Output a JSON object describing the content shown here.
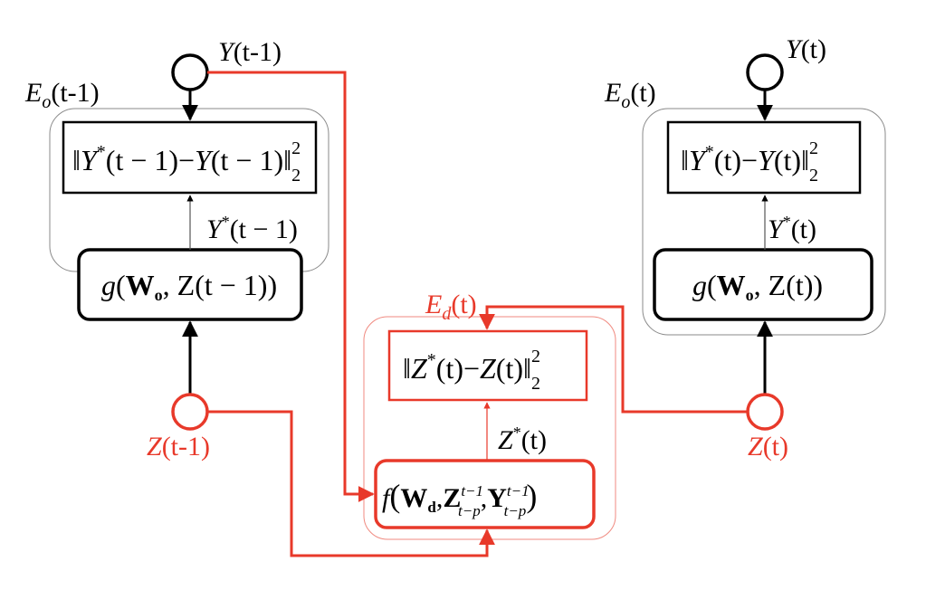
{
  "colors": {
    "black": "#000000",
    "red": "#e8392a",
    "gray": "#8a8a8a",
    "lightred": "#f08a80"
  },
  "left": {
    "group_label": {
      "E": "E",
      "sub": "o",
      "arg": "(t-1)"
    },
    "input_node_label": {
      "var": "Y",
      "arg": "(t-1)"
    },
    "loss_box": {
      "var1": "Y",
      "star": "*",
      "arg1": "(t − 1)",
      "minus": "−",
      "var2": "Y",
      "arg2": "(t − 1)",
      "sup": "2",
      "sub": "2"
    },
    "edge_label": {
      "var": "Y",
      "star": "*",
      "arg": "(t − 1)"
    },
    "func_box": {
      "fn": "g",
      "W": "W",
      "Wsub": "o",
      "rest": ", Z(t − 1))"
    },
    "latent_node_label": {
      "var": "Z",
      "arg": "(t-1)"
    }
  },
  "right": {
    "group_label": {
      "E": "E",
      "sub": "o",
      "arg": "(t)"
    },
    "input_node_label": {
      "var": "Y",
      "arg": "(t)"
    },
    "loss_box": {
      "var1": "Y",
      "star": "*",
      "arg1": "(t)",
      "minus": "−",
      "var2": "Y",
      "arg2": "(t)",
      "sup": "2",
      "sub": "2"
    },
    "edge_label": {
      "var": "Y",
      "star": "*",
      "arg": "(t)"
    },
    "func_box": {
      "fn": "g",
      "W": "W",
      "Wsub": "o",
      "rest": ", Z(t))"
    },
    "latent_node_label": {
      "var": "Z",
      "arg": "(t)"
    }
  },
  "middle": {
    "group_label": {
      "E": "E",
      "sub": "d",
      "arg": "(t)"
    },
    "loss_box": {
      "var1": "Z",
      "star": "*",
      "arg1": "(t)",
      "minus": "−",
      "var2": "Z",
      "arg2": "(t)",
      "sup": "2",
      "sub": "2"
    },
    "edge_label": {
      "var": "Z",
      "star": "*",
      "arg": "(t)"
    },
    "func_box": {
      "fn": "f",
      "W": "W",
      "Wsub": "d",
      "Z": "Z",
      "Y": "Y",
      "hist_sup": "t−1",
      "hist_sub": "t−p"
    }
  }
}
